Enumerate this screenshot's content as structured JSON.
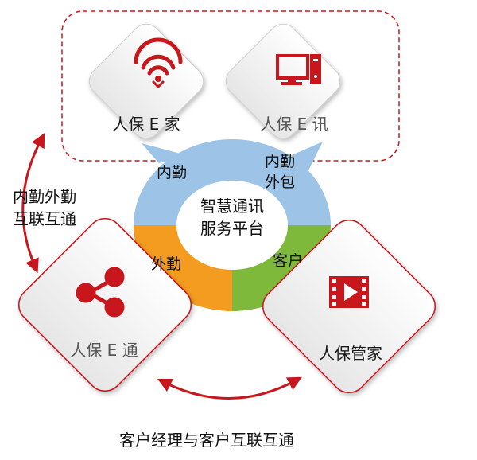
{
  "cards": {
    "home": {
      "label": "人保 E 家",
      "icon": "wifi-icon"
    },
    "message": {
      "label": "人保 E 讯",
      "icon": "desktop-computer-icon"
    },
    "tong": {
      "label": "人保 E 通",
      "icon": "share-icon"
    },
    "butler": {
      "label": "人保管家",
      "icon": "video-play-icon"
    }
  },
  "ring": {
    "center_line1": "智慧通讯",
    "center_line2": "服务平台",
    "segments": {
      "top_left": "内勤",
      "top_right_line1": "内勤",
      "top_right_line2": "外包",
      "bottom_left": "外勤",
      "bottom_right": "客户"
    }
  },
  "connections": {
    "side_line1": "内勤外勤",
    "side_line2": "互联互通",
    "bottom": "客户经理与客户互联互通"
  },
  "colors": {
    "accent_red": "#c8161d",
    "ring_blue": "#9dc3e6",
    "ring_orange": "#f39c1f",
    "ring_green": "#7fb93b"
  }
}
